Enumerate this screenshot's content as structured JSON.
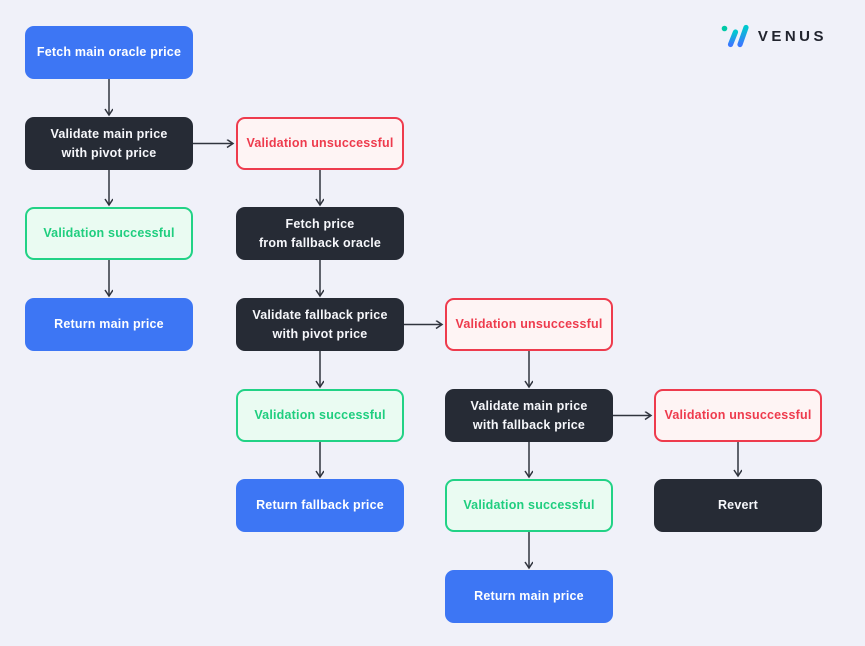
{
  "page": {
    "background_color": "#F0F1F9"
  },
  "logo": {
    "text": "VENUS",
    "icon": "venus-logo-icon",
    "colors": {
      "dot_teal": "#00C9A7",
      "gradient_top": "#00C9CF",
      "gradient_bottom": "#3A78FF",
      "text": "#21242E"
    }
  },
  "diagram": {
    "type": "flowchart",
    "node_colors": {
      "primary_fill": "#3D76F4",
      "dark_fill": "#262B35",
      "danger_border": "#EE3B4D",
      "danger_fill": "#FEF4F4",
      "success_border": "#22D286",
      "success_fill": "#EAFBF2",
      "arrow_stroke": "#30343E"
    },
    "nodes": [
      {
        "id": "fetch-main-oracle-price",
        "type": "primary",
        "label": "Fetch main oracle price"
      },
      {
        "id": "validate-main-pivot",
        "type": "dark",
        "label": "Validate main price\nwith pivot price"
      },
      {
        "id": "validation-unsuccessful-1",
        "type": "danger",
        "label": "Validation unsuccessful"
      },
      {
        "id": "validation-successful-1",
        "type": "success",
        "label": "Validation successful"
      },
      {
        "id": "fetch-fallback-oracle",
        "type": "dark",
        "label": "Fetch price\nfrom fallback oracle"
      },
      {
        "id": "return-main-price-1",
        "type": "primary",
        "label": "Return main price"
      },
      {
        "id": "validate-fallback-pivot",
        "type": "dark",
        "label": "Validate fallback price\nwith pivot price"
      },
      {
        "id": "validation-unsuccessful-2",
        "type": "danger",
        "label": "Validation unsuccessful"
      },
      {
        "id": "validation-successful-2",
        "type": "success",
        "label": "Validation successful"
      },
      {
        "id": "validate-main-fallback",
        "type": "dark",
        "label": "Validate main price\nwith fallback price"
      },
      {
        "id": "validation-unsuccessful-3",
        "type": "danger",
        "label": "Validation unsuccessful"
      },
      {
        "id": "return-fallback-price",
        "type": "primary",
        "label": "Return fallback price"
      },
      {
        "id": "validation-successful-3",
        "type": "success",
        "label": "Validation successful"
      },
      {
        "id": "revert",
        "type": "dark",
        "label": "Revert"
      },
      {
        "id": "return-main-price-2",
        "type": "primary",
        "label": "Return main price"
      }
    ],
    "edges": [
      {
        "from": "fetch-main-oracle-price",
        "to": "validate-main-pivot",
        "direction": "down"
      },
      {
        "from": "validate-main-pivot",
        "to": "validation-unsuccessful-1",
        "direction": "right"
      },
      {
        "from": "validate-main-pivot",
        "to": "validation-successful-1",
        "direction": "down"
      },
      {
        "from": "validation-successful-1",
        "to": "return-main-price-1",
        "direction": "down"
      },
      {
        "from": "validation-unsuccessful-1",
        "to": "fetch-fallback-oracle",
        "direction": "down"
      },
      {
        "from": "fetch-fallback-oracle",
        "to": "validate-fallback-pivot",
        "direction": "down"
      },
      {
        "from": "validate-fallback-pivot",
        "to": "validation-unsuccessful-2",
        "direction": "right"
      },
      {
        "from": "validate-fallback-pivot",
        "to": "validation-successful-2",
        "direction": "down"
      },
      {
        "from": "validation-successful-2",
        "to": "return-fallback-price",
        "direction": "down"
      },
      {
        "from": "validation-unsuccessful-2",
        "to": "validate-main-fallback",
        "direction": "down"
      },
      {
        "from": "validate-main-fallback",
        "to": "validation-unsuccessful-3",
        "direction": "right"
      },
      {
        "from": "validate-main-fallback",
        "to": "validation-successful-3",
        "direction": "down"
      },
      {
        "from": "validation-successful-3",
        "to": "return-main-price-2",
        "direction": "down"
      },
      {
        "from": "validation-unsuccessful-3",
        "to": "revert",
        "direction": "down"
      }
    ]
  }
}
